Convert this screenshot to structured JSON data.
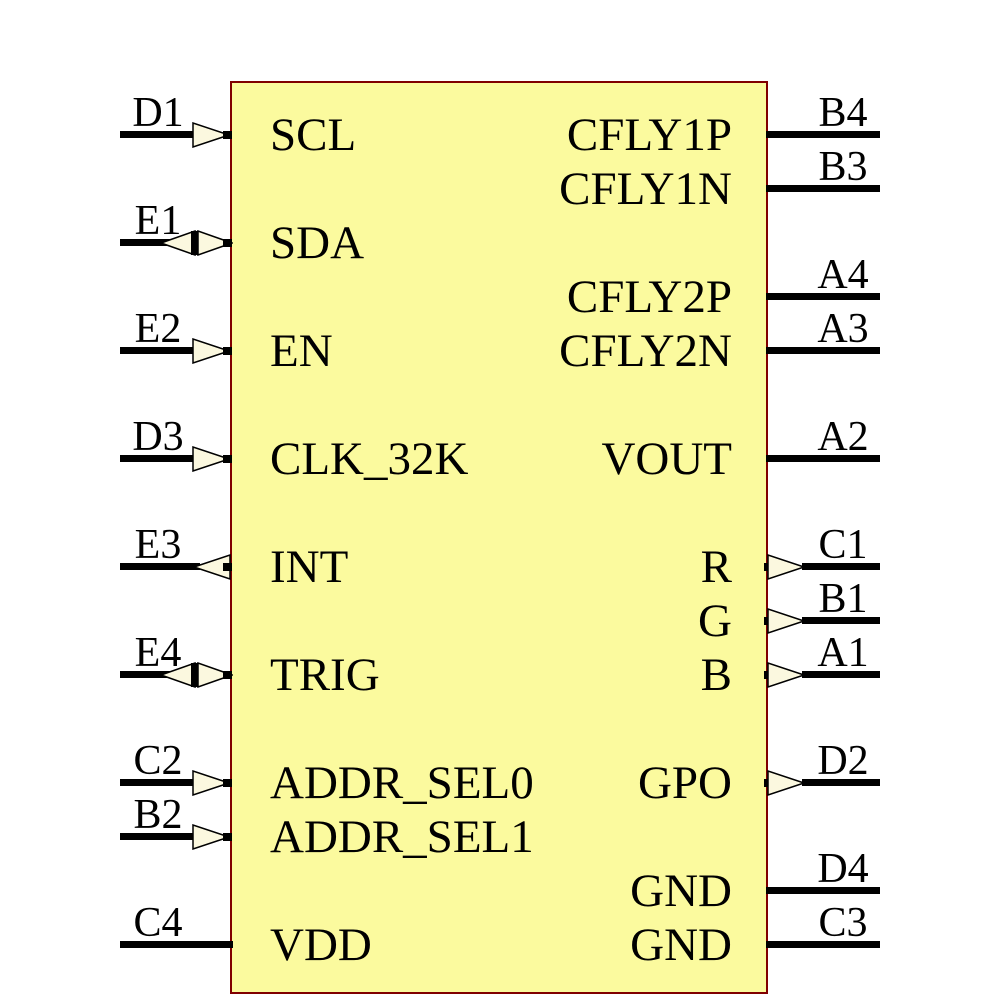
{
  "component": {
    "kind": "schematic-symbol",
    "colors": {
      "body_fill": "#FBFA9E",
      "body_border": "#800000",
      "arrow_fill": "#FBF8DF",
      "wire": "#000000",
      "text": "#000000"
    }
  },
  "pins": {
    "left": [
      {
        "pad": "D1",
        "name": "SCL",
        "direction": "input"
      },
      {
        "pad": "E1",
        "name": "SDA",
        "direction": "bidirectional"
      },
      {
        "pad": "E2",
        "name": "EN",
        "direction": "input"
      },
      {
        "pad": "D3",
        "name": "CLK_32K",
        "direction": "input"
      },
      {
        "pad": "E3",
        "name": "INT",
        "direction": "output"
      },
      {
        "pad": "E4",
        "name": "TRIG",
        "direction": "bidirectional"
      },
      {
        "pad": "C2",
        "name": "ADDR_SEL0",
        "direction": "input"
      },
      {
        "pad": "B2",
        "name": "ADDR_SEL1",
        "direction": "input"
      },
      {
        "pad": "C4",
        "name": "VDD",
        "direction": "power"
      }
    ],
    "right": [
      {
        "pad": "B4",
        "name": "CFLY1P",
        "direction": "passive"
      },
      {
        "pad": "B3",
        "name": "CFLY1N",
        "direction": "passive"
      },
      {
        "pad": "A4",
        "name": "CFLY2P",
        "direction": "passive"
      },
      {
        "pad": "A3",
        "name": "CFLY2N",
        "direction": "passive"
      },
      {
        "pad": "A2",
        "name": "VOUT",
        "direction": "passive"
      },
      {
        "pad": "C1",
        "name": "R",
        "direction": "output"
      },
      {
        "pad": "B1",
        "name": "G",
        "direction": "output"
      },
      {
        "pad": "A1",
        "name": "B",
        "direction": "output"
      },
      {
        "pad": "D2",
        "name": "GPO",
        "direction": "output"
      },
      {
        "pad": "D4",
        "name": "GND",
        "direction": "passive"
      },
      {
        "pad": "C3",
        "name": "GND",
        "direction": "passive"
      }
    ]
  }
}
